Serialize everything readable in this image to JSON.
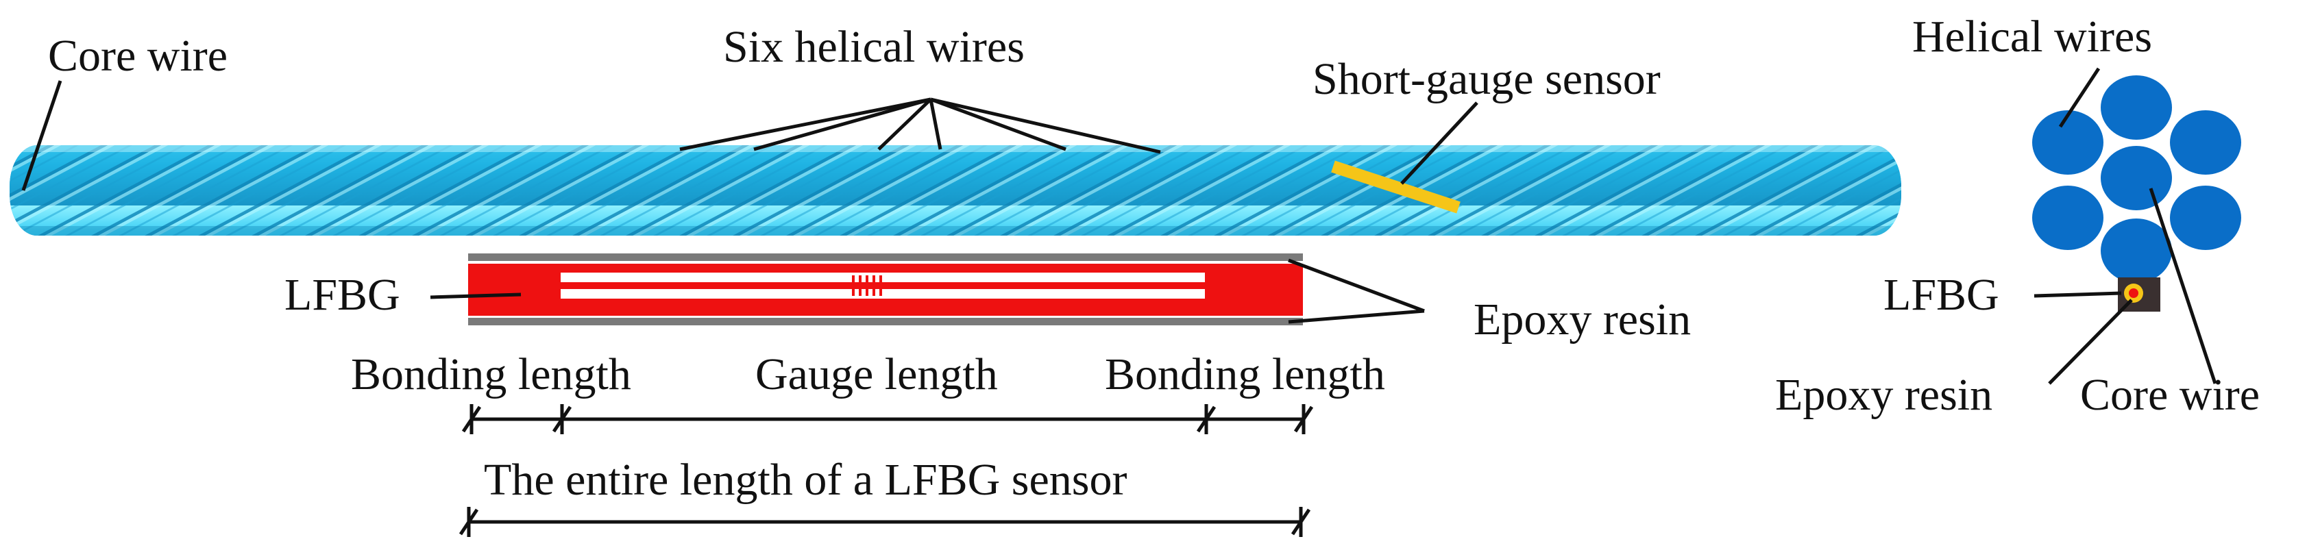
{
  "labels": {
    "core_wire_top": "Core wire",
    "six_helical_wires": "Six helical wires",
    "short_gauge_sensor": "Short-gauge sensor",
    "lfbg_left": "LFBG",
    "epoxy_resin_right": "Epoxy resin",
    "bonding_length_left": "Bonding length",
    "gauge_length": "Gauge length",
    "bonding_length_right": "Bonding length",
    "entire_length": "The entire length of a LFBG sensor",
    "helical_wires": "Helical wires",
    "lfbg_cross": "LFBG",
    "epoxy_resin_cross": "Epoxy resin",
    "core_wire_cross": "Core wire"
  },
  "colors": {
    "cable_base": "#22b8e6",
    "cable_highlight": "#7fe6ff",
    "cable_shadow": "#0f8fbf",
    "short_gauge_sensor": "#f5c518",
    "bonding_red": "#ee1111",
    "resin_grey": "#7a7a7a",
    "cross_wire_blue": "#0a6ec8",
    "resin_block": "#3a3030",
    "lfbg_core_ring": "#f5c518",
    "lfbg_core_center": "#ee1111"
  }
}
